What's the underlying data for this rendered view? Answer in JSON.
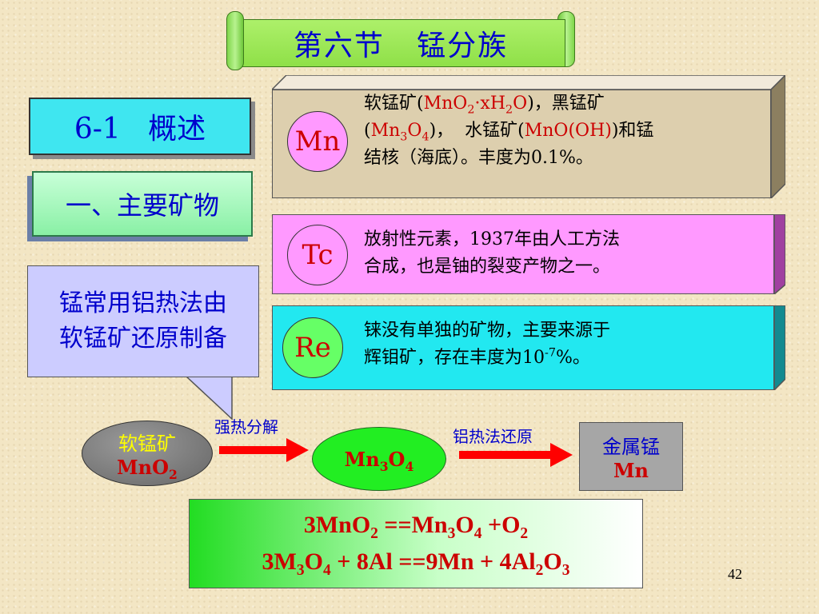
{
  "title": "第六节   锰分族",
  "overview": "6-1   概述",
  "minerals_heading": "一、主要矿物",
  "callout": {
    "line1": "锰常用铝热法由",
    "line2": "软锰矿还原制备"
  },
  "elements": [
    {
      "symbol": "Mn",
      "circle_color": "#ff99ff",
      "box_color": "#ddcfae",
      "l1a": "软锰矿(",
      "l1b": "MnO",
      "l1c": "2",
      "l1d": "·xH",
      "l1e": "2",
      "l1f": "O",
      "l1g": ")，黑锰矿",
      "l2a": "(",
      "l2b": "Mn",
      "l2c": "3",
      "l2d": "O",
      "l2e": "4",
      "l2f": ")，  水锰矿(",
      "l2g": "MnO(OH)",
      "l2h": ")和锰",
      "l3": "结核（海底）。丰度为0.1%。"
    },
    {
      "symbol": "Tc",
      "circle_color": "#ff99ff",
      "box_color": "#ff99ff",
      "l1": "放射性元素，1937年由人工方法",
      "l2": "合成，也是铀的裂变产物之一。"
    },
    {
      "symbol": "Re",
      "circle_color": "#66ff66",
      "box_color": "#22e8f0",
      "l1": "铼没有单独的矿物，主要来源于",
      "l2a": "辉钼矿，存在丰度为10",
      "l2b": "-7",
      "l2c": "%。"
    }
  ],
  "flow": {
    "ore_name": "软锰矿",
    "ore_formula_a": "MnO",
    "ore_formula_b": "2",
    "step1_label": "强热分解",
    "intermediate_a": "Mn",
    "intermediate_b": "3",
    "intermediate_c": "O",
    "intermediate_d": "4",
    "step2_label": "铝热法还原",
    "product_name": "金属锰",
    "product_symbol": "Mn"
  },
  "equations": {
    "eq1": {
      "a": "3MnO",
      "b": "2",
      "c": " ==Mn",
      "d": "3",
      "e": "O",
      "f": "4",
      "g": " +O",
      "h": "2"
    },
    "eq2": {
      "a": "3M",
      "b": "3",
      "c": "O",
      "d": "4",
      "e": " + 8Al ==9Mn + 4Al",
      "f": "2",
      "g": "O",
      "h": "3"
    }
  },
  "page_number": "42"
}
